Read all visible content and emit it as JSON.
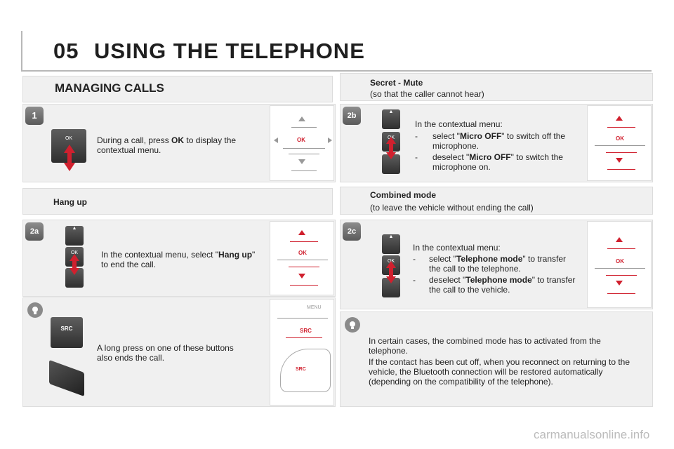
{
  "header": {
    "chapter": "05",
    "title": "USING THE TELEPHONE"
  },
  "left": {
    "section_title": "MANAGING CALLS",
    "step1": {
      "label": "1",
      "text_pre": "During a call, press ",
      "text_bold": "OK",
      "text_post": " to display the contextual menu.",
      "button": "OK"
    },
    "hangup_title": "Hang up",
    "step2a": {
      "label": "2a",
      "text_pre": "In the contextual menu, select \"",
      "text_bold": "Hang up",
      "text_post": "\" to end the call."
    },
    "tip": {
      "text": "A long press on one of these buttons also ends the call.",
      "button_src": "SRC",
      "menu_label": "MENU"
    }
  },
  "right": {
    "mute": {
      "title": "Secret - Mute",
      "subtitle": "(so that the caller cannot hear)"
    },
    "step2b": {
      "label": "2b",
      "intro": "In the contextual menu:",
      "item1_pre": "select \"",
      "item1_bold": "Micro OFF",
      "item1_post": "\" to switch off the microphone.",
      "item2_pre": "deselect \"",
      "item2_bold": "Micro OFF",
      "item2_post": "\" to switch the microphone on."
    },
    "combined": {
      "title": "Combined mode",
      "subtitle": "(to leave the vehicle without ending the call)"
    },
    "step2c": {
      "label": "2c",
      "intro": "In the contextual menu:",
      "item1_pre": "select \"",
      "item1_bold": "Telephone mode",
      "item1_post": "\" to transfer the call to the telephone.",
      "item2_pre": "deselect \"",
      "item2_bold": "Telephone mode",
      "item2_post": "\" to transfer the call to the vehicle."
    },
    "tip": {
      "p1": "In certain cases, the combined mode has to activated from the telephone.",
      "p2": "If the contact has been cut off, when you reconnect on returning to the vehicle, the Bluetooth connection will be restored automatically (depending on the compatibility of the telephone)."
    }
  },
  "ok_label": "OK",
  "dash": "-",
  "footer": "carmanualsonline.info",
  "colors": {
    "accent_red": "#d0202e"
  }
}
